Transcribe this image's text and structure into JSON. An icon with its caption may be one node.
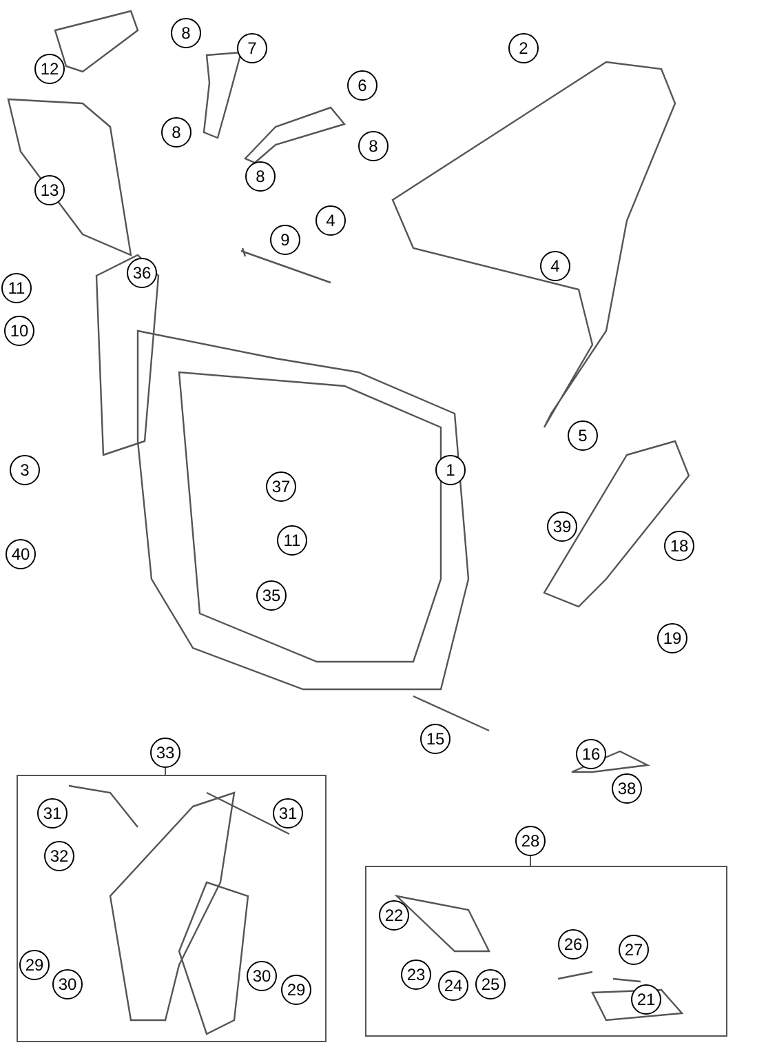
{
  "diagram": {
    "nodes": [
      {
        "text": [
          "12"
        ]
      },
      {
        "text": [
          "8"
        ]
      },
      {
        "text": [
          "7"
        ]
      },
      {
        "text": [
          "2"
        ]
      },
      {
        "text": [
          "6"
        ]
      },
      {
        "text": [
          "13"
        ]
      },
      {
        "text": [
          "8"
        ]
      },
      {
        "text": [
          "8"
        ]
      },
      {
        "text": [
          "8"
        ]
      },
      {
        "text": [
          "4"
        ]
      },
      {
        "text": [
          "9"
        ]
      },
      {
        "text": [
          "4"
        ]
      },
      {
        "text": [
          "11"
        ]
      },
      {
        "text": [
          "36"
        ]
      },
      {
        "text": [
          "10"
        ]
      },
      {
        "text": [
          "5"
        ]
      },
      {
        "text": [
          "3"
        ]
      },
      {
        "text": [
          "1"
        ]
      },
      {
        "text": [
          "37"
        ]
      },
      {
        "text": [
          "39"
        ]
      },
      {
        "text": [
          "11"
        ]
      },
      {
        "text": [
          "18"
        ]
      },
      {
        "text": [
          "40"
        ]
      },
      {
        "text": [
          "35"
        ]
      },
      {
        "text": [
          "19"
        ]
      },
      {
        "text": [
          "15"
        ]
      },
      {
        "text": [
          "16"
        ]
      },
      {
        "text": [
          "33"
        ]
      },
      {
        "text": [],
        "shape": "box"
      },
      {
        "text": [
          "31"
        ],
        "in": 28
      },
      {
        "text": [
          "31"
        ],
        "in": 28
      },
      {
        "text": [
          "32"
        ],
        "in": 28
      },
      {
        "text": [
          "29"
        ],
        "in": 28
      },
      {
        "text": [
          "30"
        ],
        "in": 28
      },
      {
        "text": [
          "30"
        ],
        "in": 28
      },
      {
        "text": [
          "29"
        ],
        "in": 28
      },
      {
        "text": [
          "38"
        ]
      },
      {
        "text": [
          "28"
        ]
      },
      {
        "text": [],
        "shape": "box"
      },
      {
        "text": [
          "22"
        ],
        "in": 38
      },
      {
        "text": [
          "26"
        ],
        "in": 38
      },
      {
        "text": [
          "27"
        ],
        "in": 38
      },
      {
        "text": [
          "23"
        ],
        "in": 38
      },
      {
        "text": [
          "24"
        ],
        "in": 38
      },
      {
        "text": [
          "25"
        ],
        "in": 38
      },
      {
        "text": [
          "21"
        ],
        "in": 38
      }
    ],
    "edges": [
      {
        "from": 27,
        "to": 28,
        "arrow": "none"
      },
      {
        "from": 37,
        "to": 38,
        "arrow": "none"
      }
    ]
  }
}
